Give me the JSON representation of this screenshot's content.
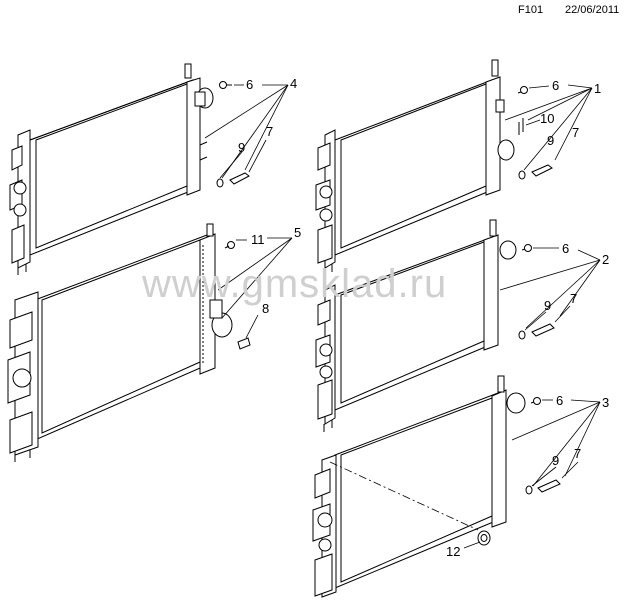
{
  "header": {
    "code": "F101",
    "date": "22/06/2011"
  },
  "watermark": "www.gmsklad.ru",
  "callouts": {
    "a6": "6",
    "a4": "4",
    "a7": "7",
    "a9": "9",
    "b11": "11",
    "b5": "5",
    "b8": "8",
    "c6": "6",
    "c1": "1",
    "c10": "10",
    "c9": "9",
    "c7": "7",
    "d6": "6",
    "d2": "2",
    "d9": "9",
    "d7": "7",
    "e6": "6",
    "e3": "3",
    "e9": "9",
    "e7": "7",
    "e12": "12"
  }
}
